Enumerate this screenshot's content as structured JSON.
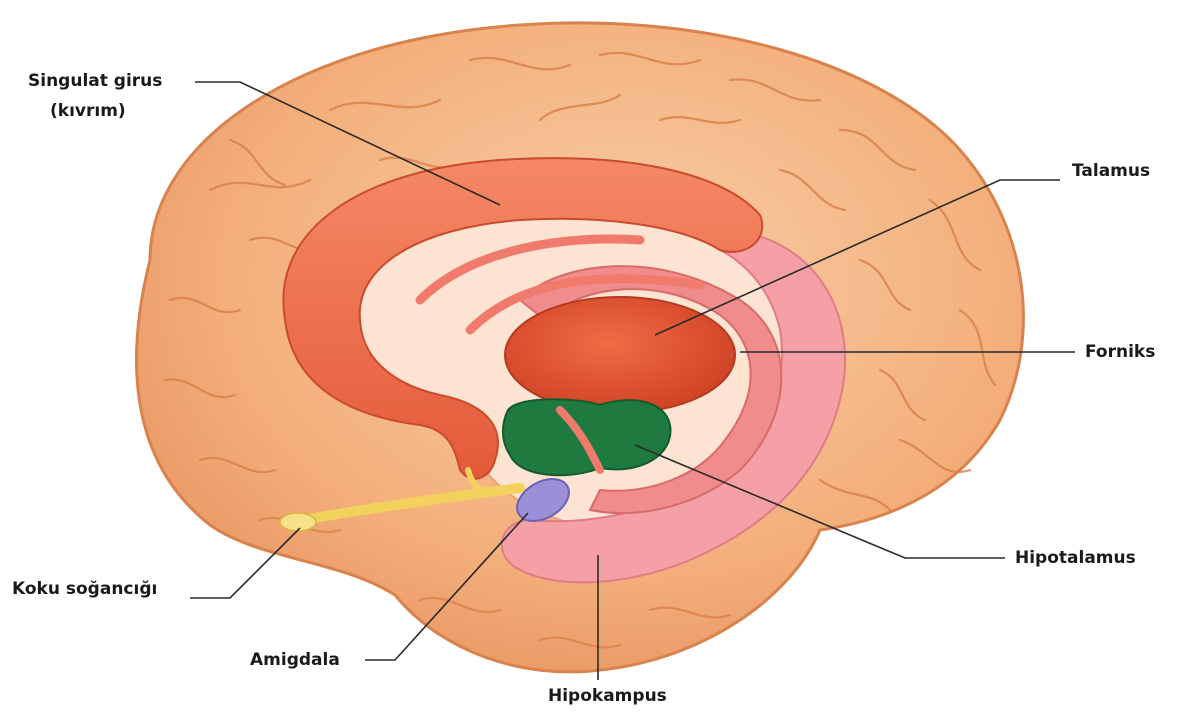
{
  "labels": {
    "cingulate": [
      "Singulat girus",
      "(kıvrım)"
    ],
    "thalamus": "Talamus",
    "fornix": "Forniks",
    "hypothalamus": "Hipotalamus",
    "olfactory": "Koku soğancığı",
    "amygdala": "Amigdala",
    "hippocampus": "Hipokampus"
  },
  "colors": {
    "cortex": "#f3ae7a",
    "cortex_line": "#d9824c",
    "cingulate": "#ee6f4c",
    "thalamus": "#e4512e",
    "fornix": "#f18c8c",
    "hippocampus": "#f5a0a6",
    "hypothalamus": "#1f7a3f",
    "amygdala": "#9b8fd8",
    "olfactory": "#f2d15c"
  }
}
